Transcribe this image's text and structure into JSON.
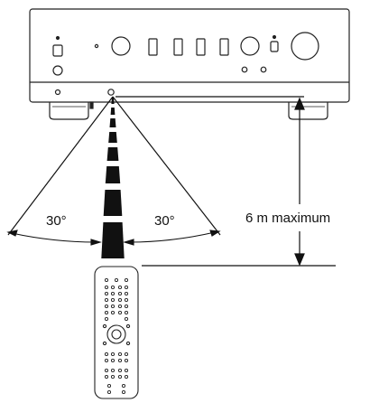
{
  "labels": {
    "angle_left": "30°",
    "angle_right": "30°",
    "distance": "6 m maximum"
  }
}
